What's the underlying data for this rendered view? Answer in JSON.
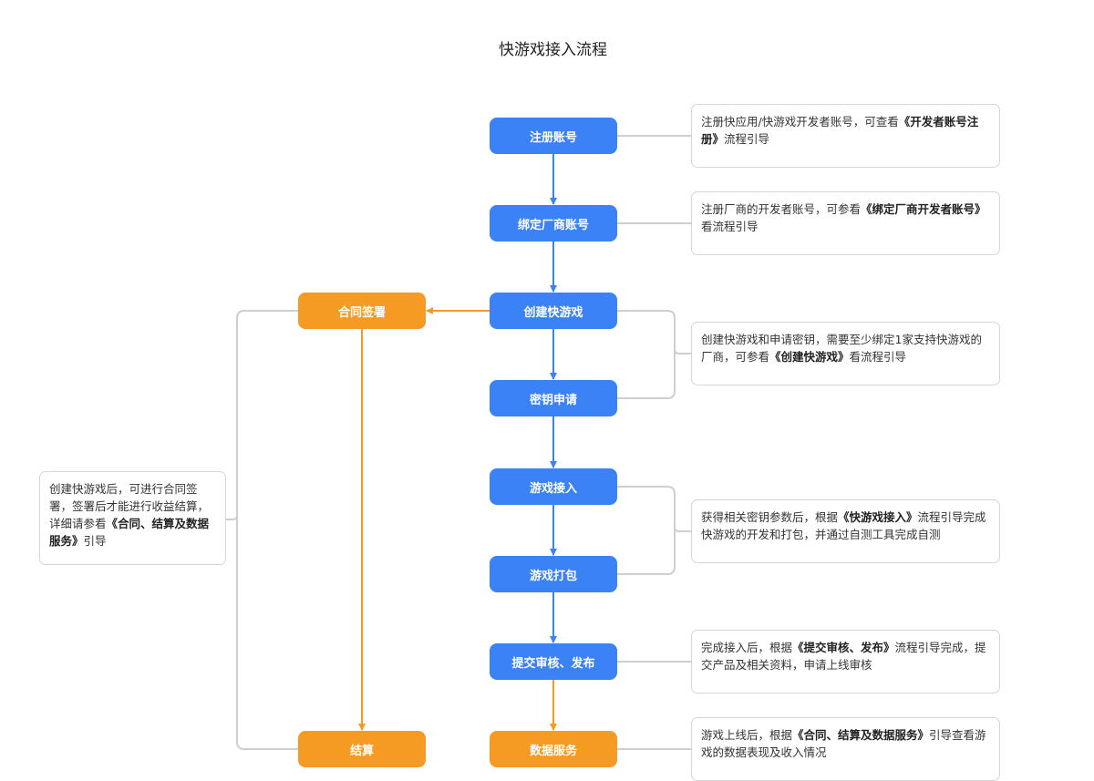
{
  "title": "快游戏接入流程",
  "colors": {
    "primary": "#3b82f6",
    "secondary": "#f59a23",
    "connector": "#cfcfcf"
  },
  "steps": {
    "register": "注册账号",
    "bind": "绑定厂商账号",
    "create": "创建快游戏",
    "key": "密钥申请",
    "integrate": "游戏接入",
    "package": "游戏打包",
    "submit": "提交审核、发布",
    "data": "数据服务",
    "contract": "合同签署",
    "settle": "结算"
  },
  "notes": {
    "register": {
      "pre": "注册快应用/快游戏开发者账号，可查看",
      "bold": "《开发者账号注册》",
      "post": "流程引导"
    },
    "bind": {
      "pre": "注册厂商的开发者账号，可参看",
      "bold": "《绑定厂商开发者账号》",
      "post": "看流程引导"
    },
    "create": {
      "pre": "创建快游戏和申请密钥，需要至少绑定1家支持快游戏的厂商，可参看",
      "bold": "《创建快游戏》",
      "post": "看流程引导"
    },
    "integrate": {
      "pre": "获得相关密钥参数后，根据",
      "bold": "《快游戏接入》",
      "post": "流程引导完成快游戏的开发和打包，并通过自测工具完成自测"
    },
    "submit": {
      "pre": "完成接入后，根据",
      "bold": "《提交审核、发布》",
      "post": "流程引导完成，提交产品及相关资料，申请上线审核"
    },
    "data": {
      "pre": "游戏上线后，根据",
      "bold": "《合同、结算及数据服务》",
      "post": "引导查看游戏的数据表现及收入情况"
    },
    "contract": {
      "pre": "创建快游戏后，可进行合同签署，签署后才能进行收益结算，详细请参看",
      "bold": "《合同、结算及数据服务》",
      "post": "引导"
    }
  }
}
